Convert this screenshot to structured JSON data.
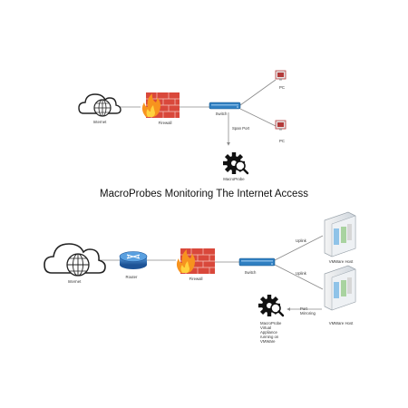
{
  "title": "MacroProbes Monitoring The Internet Access",
  "top": {
    "internet_label": "Internet",
    "firewall_label": "Firewall",
    "switch_label": "Switch",
    "pc1_label": "PC",
    "pc2_label": "PC",
    "span_port_label": "Span Port",
    "macroprobe_label": "MacroProbe"
  },
  "bottom": {
    "internet_label": "Internet",
    "router_label": "Router",
    "firewall_label": "Firewall",
    "switch_label": "Switch",
    "uplink1_label": "Uplink",
    "uplink2_label": "Uplink",
    "host1_label": "VMWare Host",
    "host2_label": "VMWare Host",
    "port_mirroring_label": "Port Mirroring",
    "va_label_1": "MacroProbe",
    "va_label_2": "Virtual",
    "va_label_3": "Appliance",
    "va_label_4": "running on",
    "va_label_5": "VMWare"
  },
  "colors": {
    "line": "#8a8a8a",
    "switch_blue": "#2f7fc1",
    "firewall_red": "#d9483b",
    "flame_orange": "#f7931e",
    "router_blue": "#2563a8",
    "pc_red": "#b43a3a"
  }
}
